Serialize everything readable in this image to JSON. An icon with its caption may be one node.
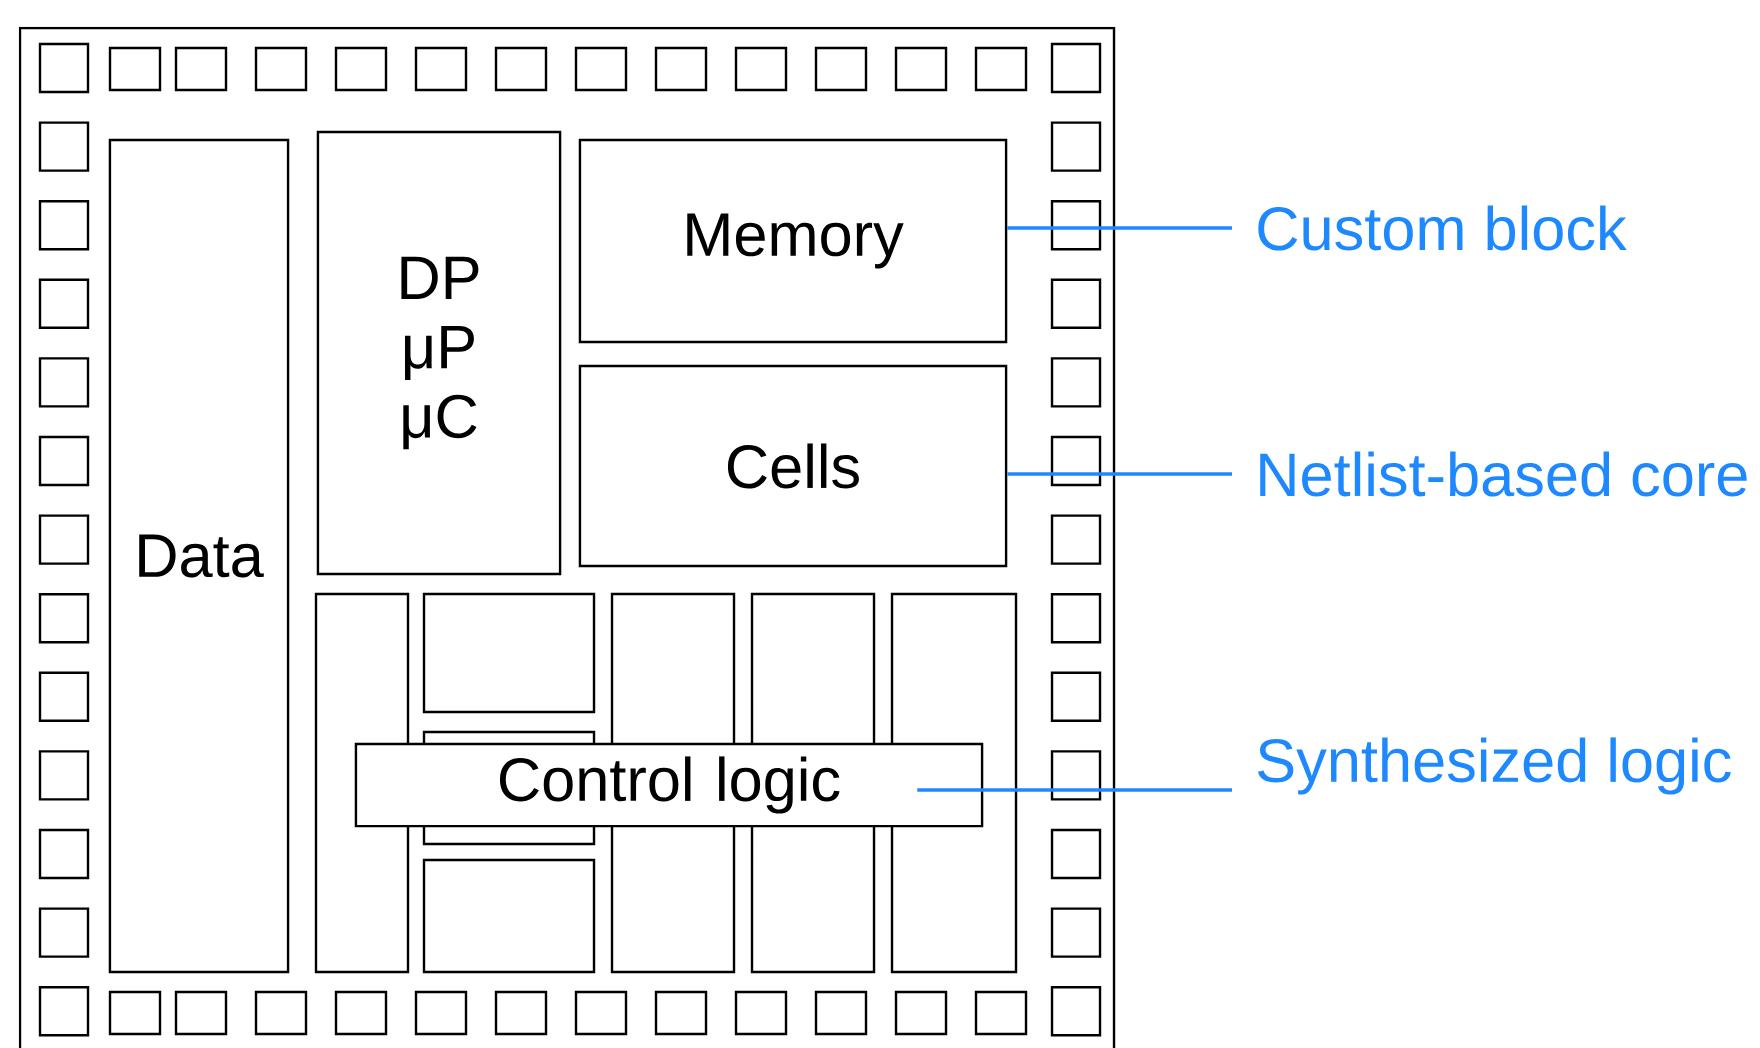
{
  "diagram": {
    "nodes": [
      {
        "text": [
          "Data"
        ]
      },
      {
        "text": [
          "DP μP μC"
        ]
      },
      {
        "text": [
          "Memory"
        ]
      },
      {
        "text": [
          "Cells"
        ]
      },
      {
        "text": [
          "Control logic"
        ]
      },
      {
        "text": [
          "Custom block"
        ]
      },
      {
        "text": [
          "Netlist-based core"
        ]
      },
      {
        "text": [
          "Synthesized logic"
        ]
      }
    ],
    "edges": [
      {
        "from": 5,
        "to": 2,
        "arrow": "none"
      },
      {
        "from": 6,
        "to": 3,
        "arrow": "none"
      },
      {
        "from": 7,
        "to": 4,
        "arrow": "none"
      }
    ]
  }
}
